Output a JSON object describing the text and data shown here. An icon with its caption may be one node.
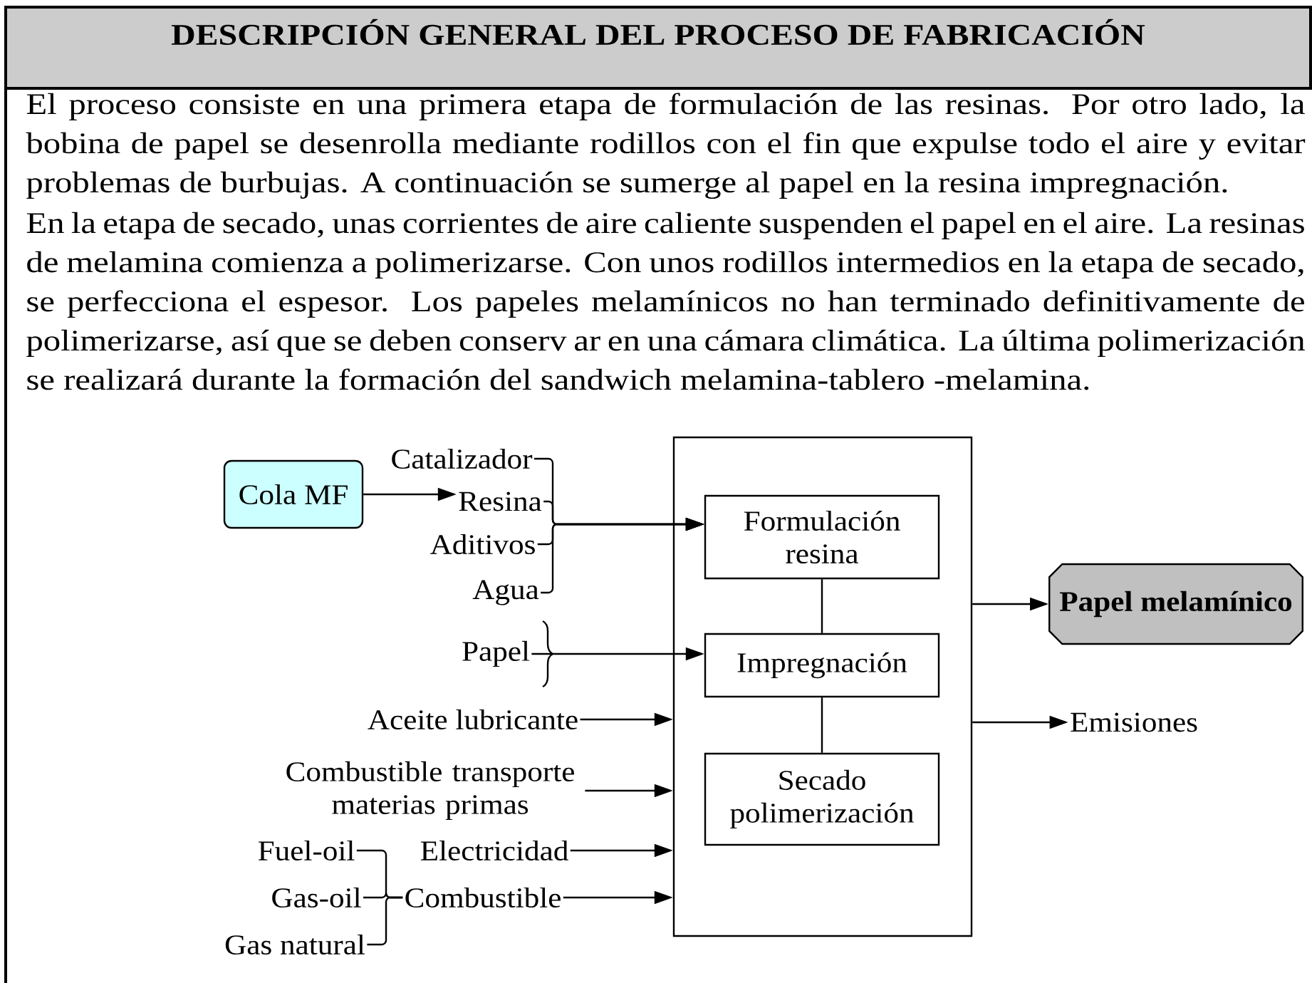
{
  "diagram": {
    "title": "DESCRIPCIÓN GENERAL DEL PROCESO DE FABRICACIÓN",
    "nodes": [
      {
        "text": [
          "Cola MF"
        ]
      },
      {
        "text": [
          "Catalizador"
        ]
      },
      {
        "text": [
          "Resina"
        ]
      },
      {
        "text": [
          "Aditivos"
        ]
      },
      {
        "text": [
          "Agua"
        ]
      },
      {
        "text": [
          "Papel"
        ]
      },
      {
        "text": [],
        "shape": "box"
      },
      {
        "text": [
          "Formulación resina"
        ],
        "in": 6
      },
      {
        "text": [
          "Impregnación"
        ],
        "in": 6
      },
      {
        "text": [
          "Secado polimerización"
        ],
        "in": 6
      },
      {
        "text": [
          "Papel melamínico"
        ]
      },
      {
        "text": [
          "Emisiones"
        ]
      },
      {
        "text": [
          "Aceite lubricante"
        ]
      },
      {
        "text": [
          "Combustible transporte materias primas"
        ]
      },
      {
        "text": [
          "Fuel-oil"
        ]
      },
      {
        "text": [
          "Electricidad"
        ]
      },
      {
        "text": [
          "Gas-oil"
        ]
      },
      {
        "text": [
          "Combustible"
        ]
      },
      {
        "text": [
          "Gas natural"
        ]
      }
    ],
    "edges": [
      {
        "from": 0,
        "to": 2,
        "arrow": "to"
      },
      {
        "from": 1,
        "to": 7,
        "arrow": "to"
      },
      {
        "from": 2,
        "to": 7,
        "arrow": "to"
      },
      {
        "from": 3,
        "to": 7,
        "arrow": "to"
      },
      {
        "from": 4,
        "to": 7,
        "arrow": "to"
      },
      {
        "from": 5,
        "to": 8,
        "arrow": "to"
      },
      {
        "from": 7,
        "to": 8,
        "arrow": "none"
      },
      {
        "from": 8,
        "to": 9,
        "arrow": "none"
      },
      {
        "from": 6,
        "to": 10,
        "arrow": "to"
      },
      {
        "from": 6,
        "to": 11,
        "arrow": "to"
      },
      {
        "from": 12,
        "to": 6,
        "arrow": "to"
      },
      {
        "from": 13,
        "to": 6,
        "arrow": "to"
      },
      {
        "from": 15,
        "to": 6,
        "arrow": "to"
      },
      {
        "from": 17,
        "to": 6,
        "arrow": "to"
      },
      {
        "from": 14,
        "to": 17,
        "arrow": "none"
      },
      {
        "from": 16,
        "to": 17,
        "arrow": "none"
      },
      {
        "from": 18,
        "to": 17,
        "arrow": "none"
      }
    ],
    "labels": [
      "El proceso consiste en una primera etapa de formulación de las resinas. Por otro lado, la bobina de papel se desenrolla mediante rodillos con el fin que expulse todo el aire y evitar problemas de burbujas. A continuación se sumerge al papel en la resina impregnación.",
      "En la etapa de secado, unas corrientes de aire caliente suspenden el papel en el aire. La resinas de melamina comienza a polimerizarse. Con unos rodillos intermedios en la etapa de secado, se perfecciona el espesor. Los papeles melamínicos no han terminado definitivamente de polimerizarse, así que se deben conserv ar en una cámara climática. La última polimerización se realizará durante la formación del sandwich melamina-tablero -melamina."
    ]
  }
}
